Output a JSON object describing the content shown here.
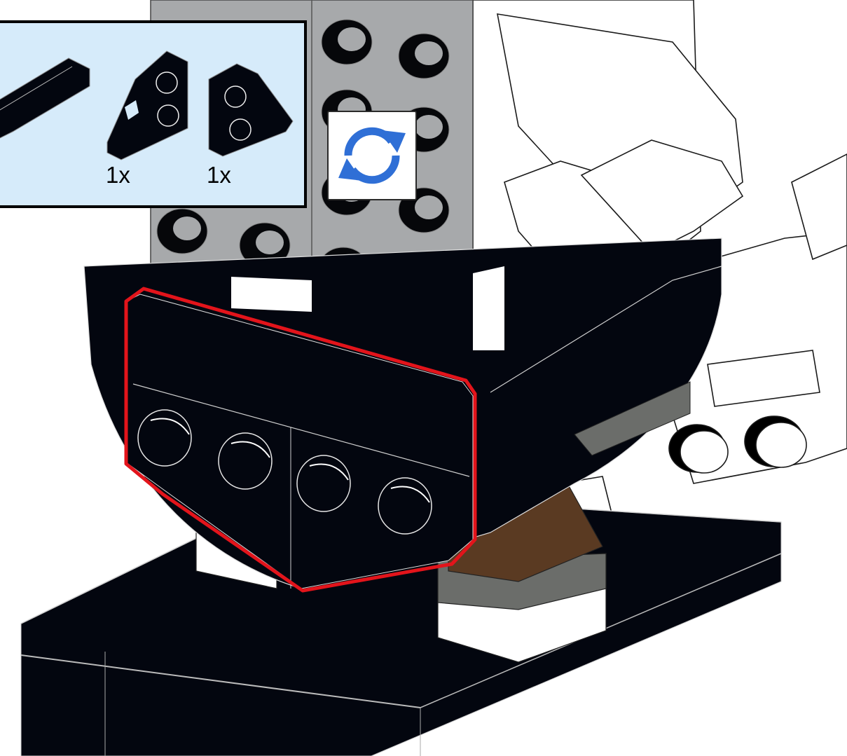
{
  "parts_callout": {
    "items": [
      {
        "part": "black-tile-long",
        "quantity": ""
      },
      {
        "part": "black-wedge-plate-left",
        "quantity": "1x"
      },
      {
        "part": "black-wedge-plate-right",
        "quantity": "1x"
      }
    ],
    "background_color": "#d6ebfa"
  },
  "rotate_indicator": {
    "icon": "rotate-model-icon",
    "color": "#2f6fd6"
  },
  "highlight": {
    "color": "#e3141b",
    "target": "newly-added-wedge-plates"
  },
  "palette": {
    "black": "#03060f",
    "light_gray": "#a7a9ab",
    "dark_gray": "#6b6d6a",
    "brown": "#5a3a22",
    "white": "#ffffff"
  }
}
